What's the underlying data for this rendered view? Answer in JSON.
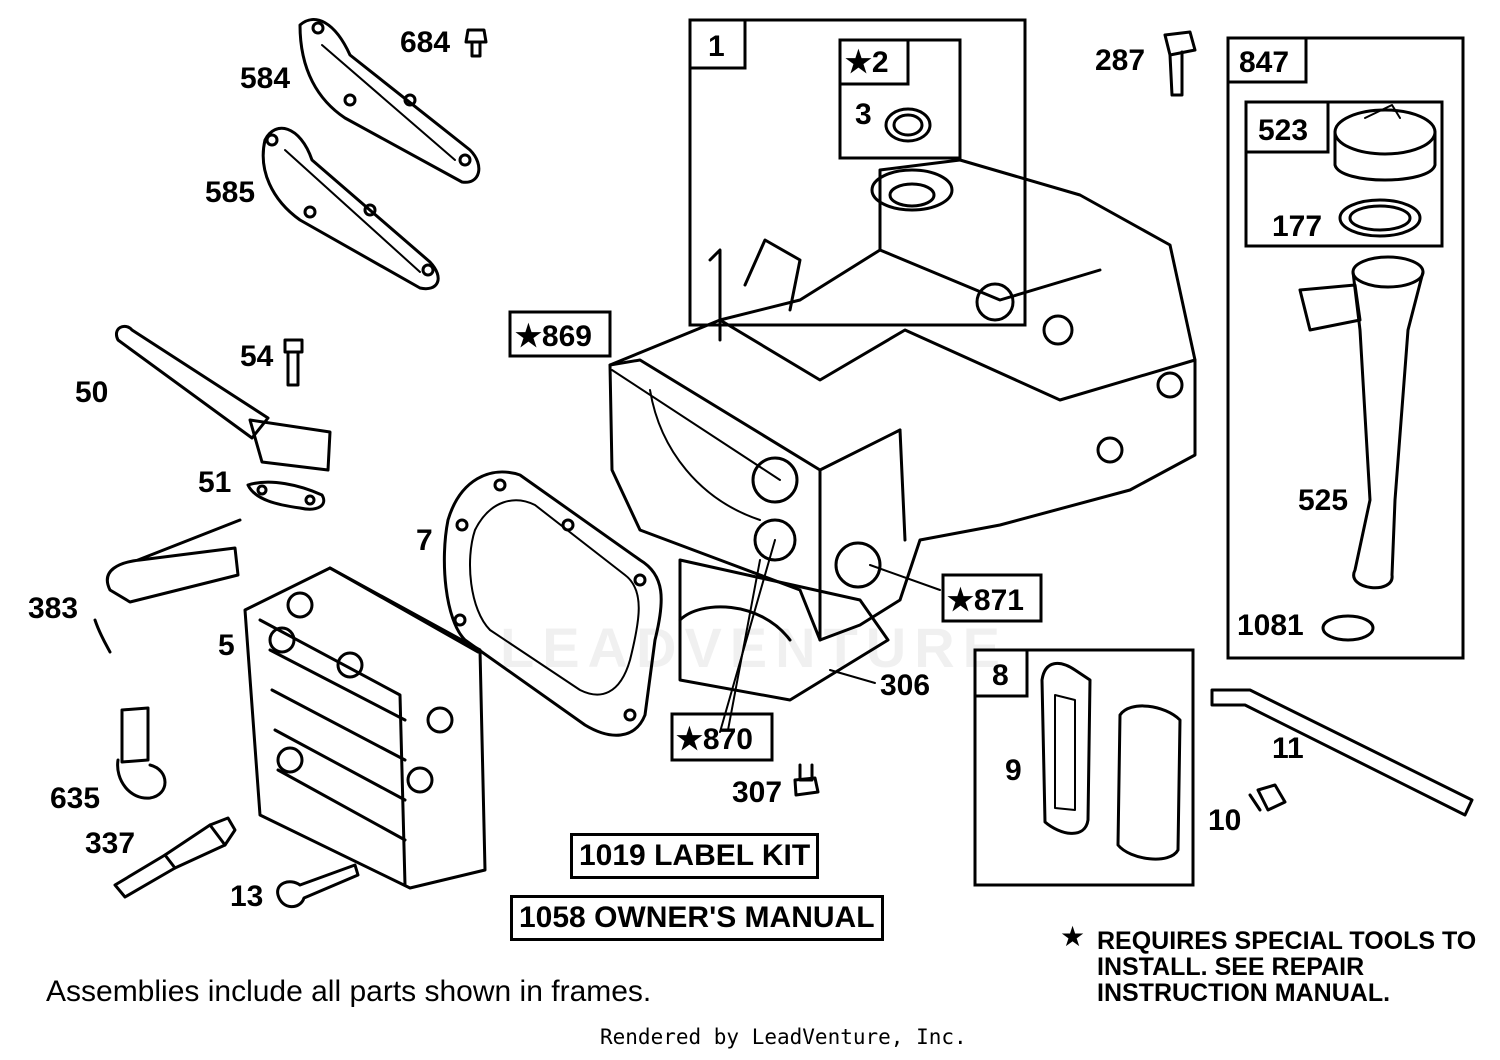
{
  "labels": {
    "l584": "584",
    "l684": "684",
    "l585": "585",
    "l54": "54",
    "l50": "50",
    "l51": "51",
    "l383": "383",
    "l5": "5",
    "l635": "635",
    "l337": "337",
    "l13": "13",
    "l7": "7",
    "l306": "306",
    "l307": "307",
    "l287": "287",
    "l3": "3",
    "l177": "177",
    "l525": "525",
    "l1081": "1081",
    "l11": "11",
    "l10": "10",
    "l9": "9"
  },
  "frames": {
    "f1": "1",
    "f2": "★2",
    "f847": "847",
    "f523": "523",
    "f869": "★869",
    "f871": "★871",
    "f870": "★870",
    "f8": "8"
  },
  "kits": {
    "label_kit": "1019 LABEL KIT",
    "owners_manual": "1058 OWNER'S MANUAL"
  },
  "note": {
    "star": "★",
    "text": "REQUIRES SPECIAL TOOLS TO INSTALL. SEE REPAIR INSTRUCTION MANUAL."
  },
  "assemblies_text": "Assemblies include all parts shown in frames.",
  "rendered_by": "Rendered by LeadVenture, Inc.",
  "watermark": "LEADVENTURE"
}
